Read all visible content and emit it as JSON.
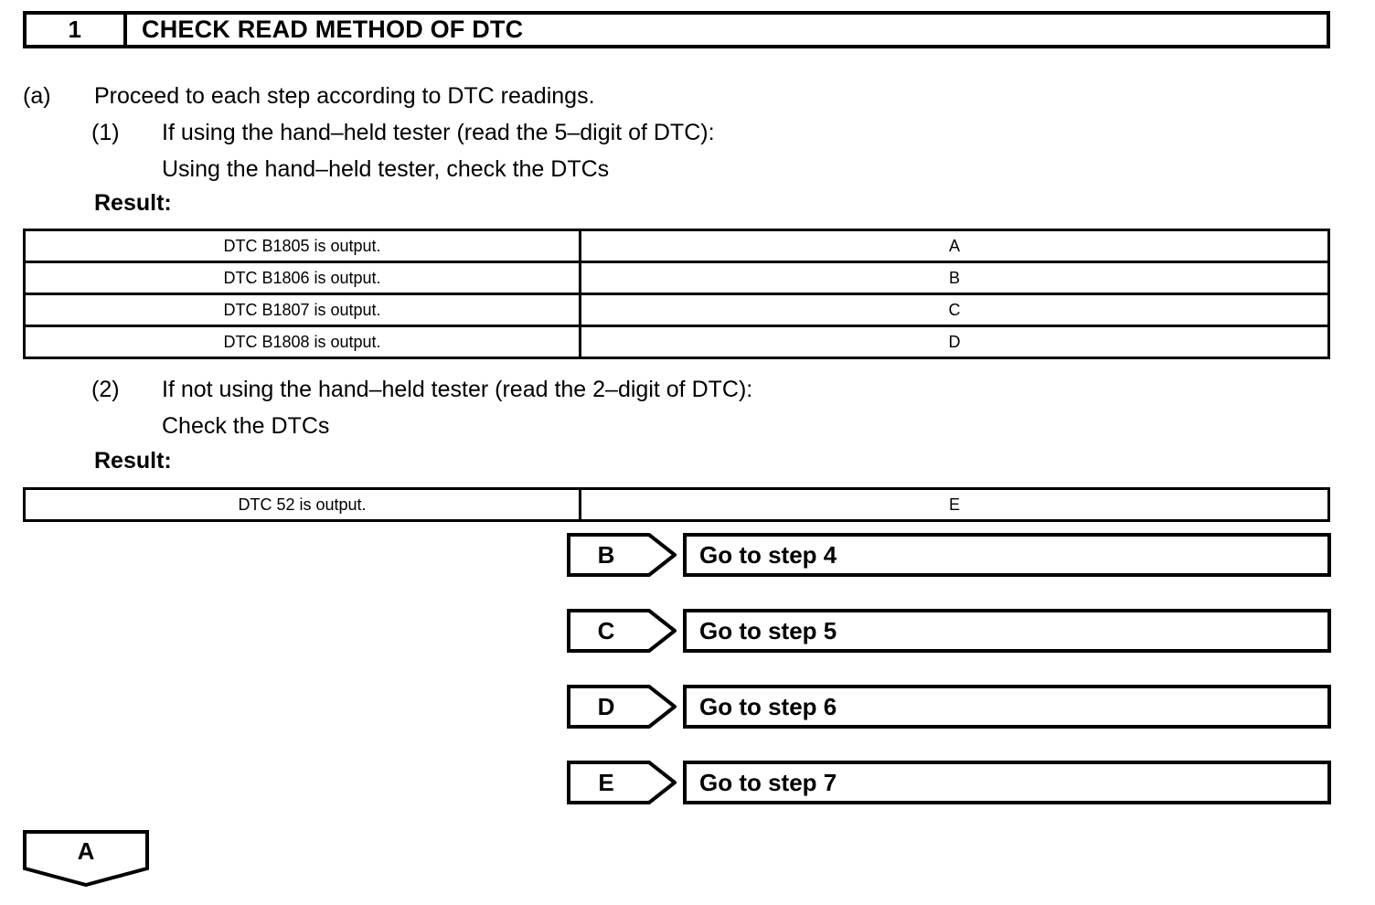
{
  "step": {
    "number": "1",
    "title": "CHECK READ METHOD OF DTC"
  },
  "instructions": {
    "a_marker": "(a)",
    "a_text": "Proceed to each step according to DTC readings.",
    "item1_marker": "(1)",
    "item1_text": "If using the hand–held tester (read the 5–digit of DTC):",
    "item1_sub": "Using the hand–held tester, check the DTCs",
    "result_label_1": "Result:",
    "item2_marker": "(2)",
    "item2_text": "If not using the hand–held tester (read the 2–digit of DTC):",
    "item2_sub": "Check the DTCs",
    "result_label_2": "Result:"
  },
  "result_table_1": {
    "rows": [
      {
        "condition": "DTC B1805 is output.",
        "result": "A"
      },
      {
        "condition": "DTC B1806 is output.",
        "result": "B"
      },
      {
        "condition": "DTC B1807 is output.",
        "result": "C"
      },
      {
        "condition": "DTC B1808 is output.",
        "result": "D"
      }
    ]
  },
  "result_table_2": {
    "rows": [
      {
        "condition": "DTC 52 is output.",
        "result": "E"
      }
    ]
  },
  "goto_rows": [
    {
      "key": "B",
      "action": "Go to step 4"
    },
    {
      "key": "C",
      "action": "Go to step 5"
    },
    {
      "key": "D",
      "action": "Go to step 6"
    },
    {
      "key": "E",
      "action": "Go to step 7"
    }
  ],
  "bottom_pennant": {
    "key": "A"
  },
  "colors": {
    "ink": "#000000",
    "paper": "#ffffff"
  }
}
